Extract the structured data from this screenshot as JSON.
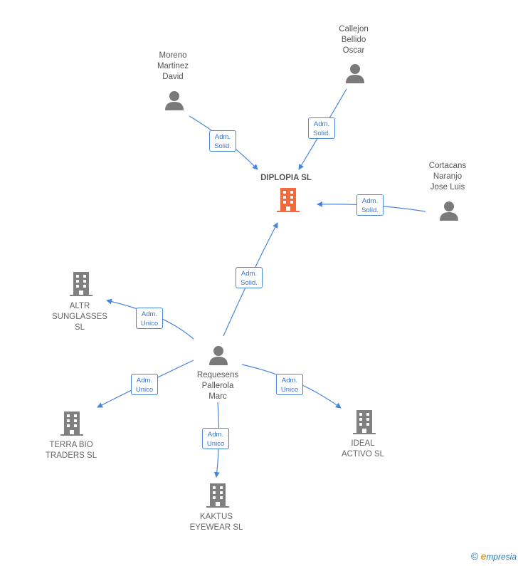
{
  "center": {
    "name": "DIPLOPIA  SL"
  },
  "people": [
    {
      "id": "moreno",
      "name": "Moreno\nMartinez\nDavid"
    },
    {
      "id": "callejon",
      "name": "Callejon\nBellido\nOscar"
    },
    {
      "id": "cortacans",
      "name": "Cortacans\nNaranjo\nJose Luis"
    },
    {
      "id": "requesens",
      "name": "Requesens\nPallerola\nMarc"
    }
  ],
  "companies": [
    {
      "id": "altr",
      "name": "ALTR\nSUNGLASSES\nSL"
    },
    {
      "id": "terra",
      "name": "TERRA BIO\nTRADERS  SL"
    },
    {
      "id": "kaktus",
      "name": "KAKTUS\nEYEWEAR  SL"
    },
    {
      "id": "ideal",
      "name": "IDEAL\nACTIVO  SL"
    }
  ],
  "edges": [
    {
      "id": "e-moreno",
      "label": "Adm.\nSolid."
    },
    {
      "id": "e-callejon",
      "label": "Adm.\nSolid."
    },
    {
      "id": "e-cortacans",
      "label": "Adm.\nSolid."
    },
    {
      "id": "e-requesens",
      "label": "Adm.\nSolid."
    },
    {
      "id": "e-altr",
      "label": "Adm.\nUnico"
    },
    {
      "id": "e-terra",
      "label": "Adm.\nUnico"
    },
    {
      "id": "e-kaktus",
      "label": "Adm.\nUnico"
    },
    {
      "id": "e-ideal",
      "label": "Adm.\nUnico"
    }
  ],
  "footer": {
    "symbol": "©",
    "brand_initial": "e",
    "brand_rest": "mpresia"
  },
  "colors": {
    "edge": "#4a86d8",
    "person": "#7a7a7a",
    "company": "#808080",
    "center": "#f26a3c"
  }
}
